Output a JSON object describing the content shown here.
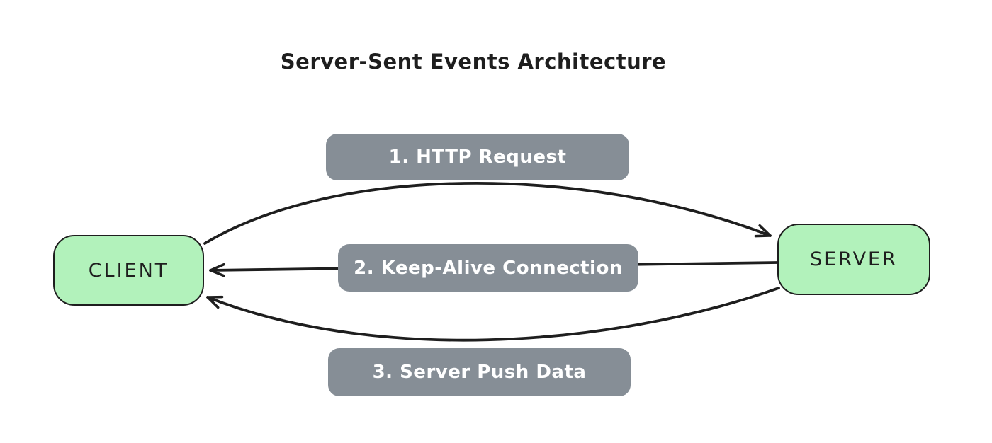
{
  "title": "Server-Sent Events Architecture",
  "nodes": {
    "client": {
      "label": "CLIENT"
    },
    "server": {
      "label": "SERVER"
    }
  },
  "steps": [
    {
      "label": "1. HTTP Request",
      "from": "client",
      "to": "server"
    },
    {
      "label": "2. Keep-Alive Connection",
      "from": "server",
      "to": "client"
    },
    {
      "label": "3. Server Push Data",
      "from": "server",
      "to": "client"
    }
  ],
  "colors": {
    "background": "#ffffff",
    "title_text": "#1e1e1e",
    "node_fill": "#b2f2bb",
    "node_stroke": "#1e1e1e",
    "label_fill": "#868e96",
    "label_text": "#ffffff",
    "arrow": "#1e1e1e"
  }
}
